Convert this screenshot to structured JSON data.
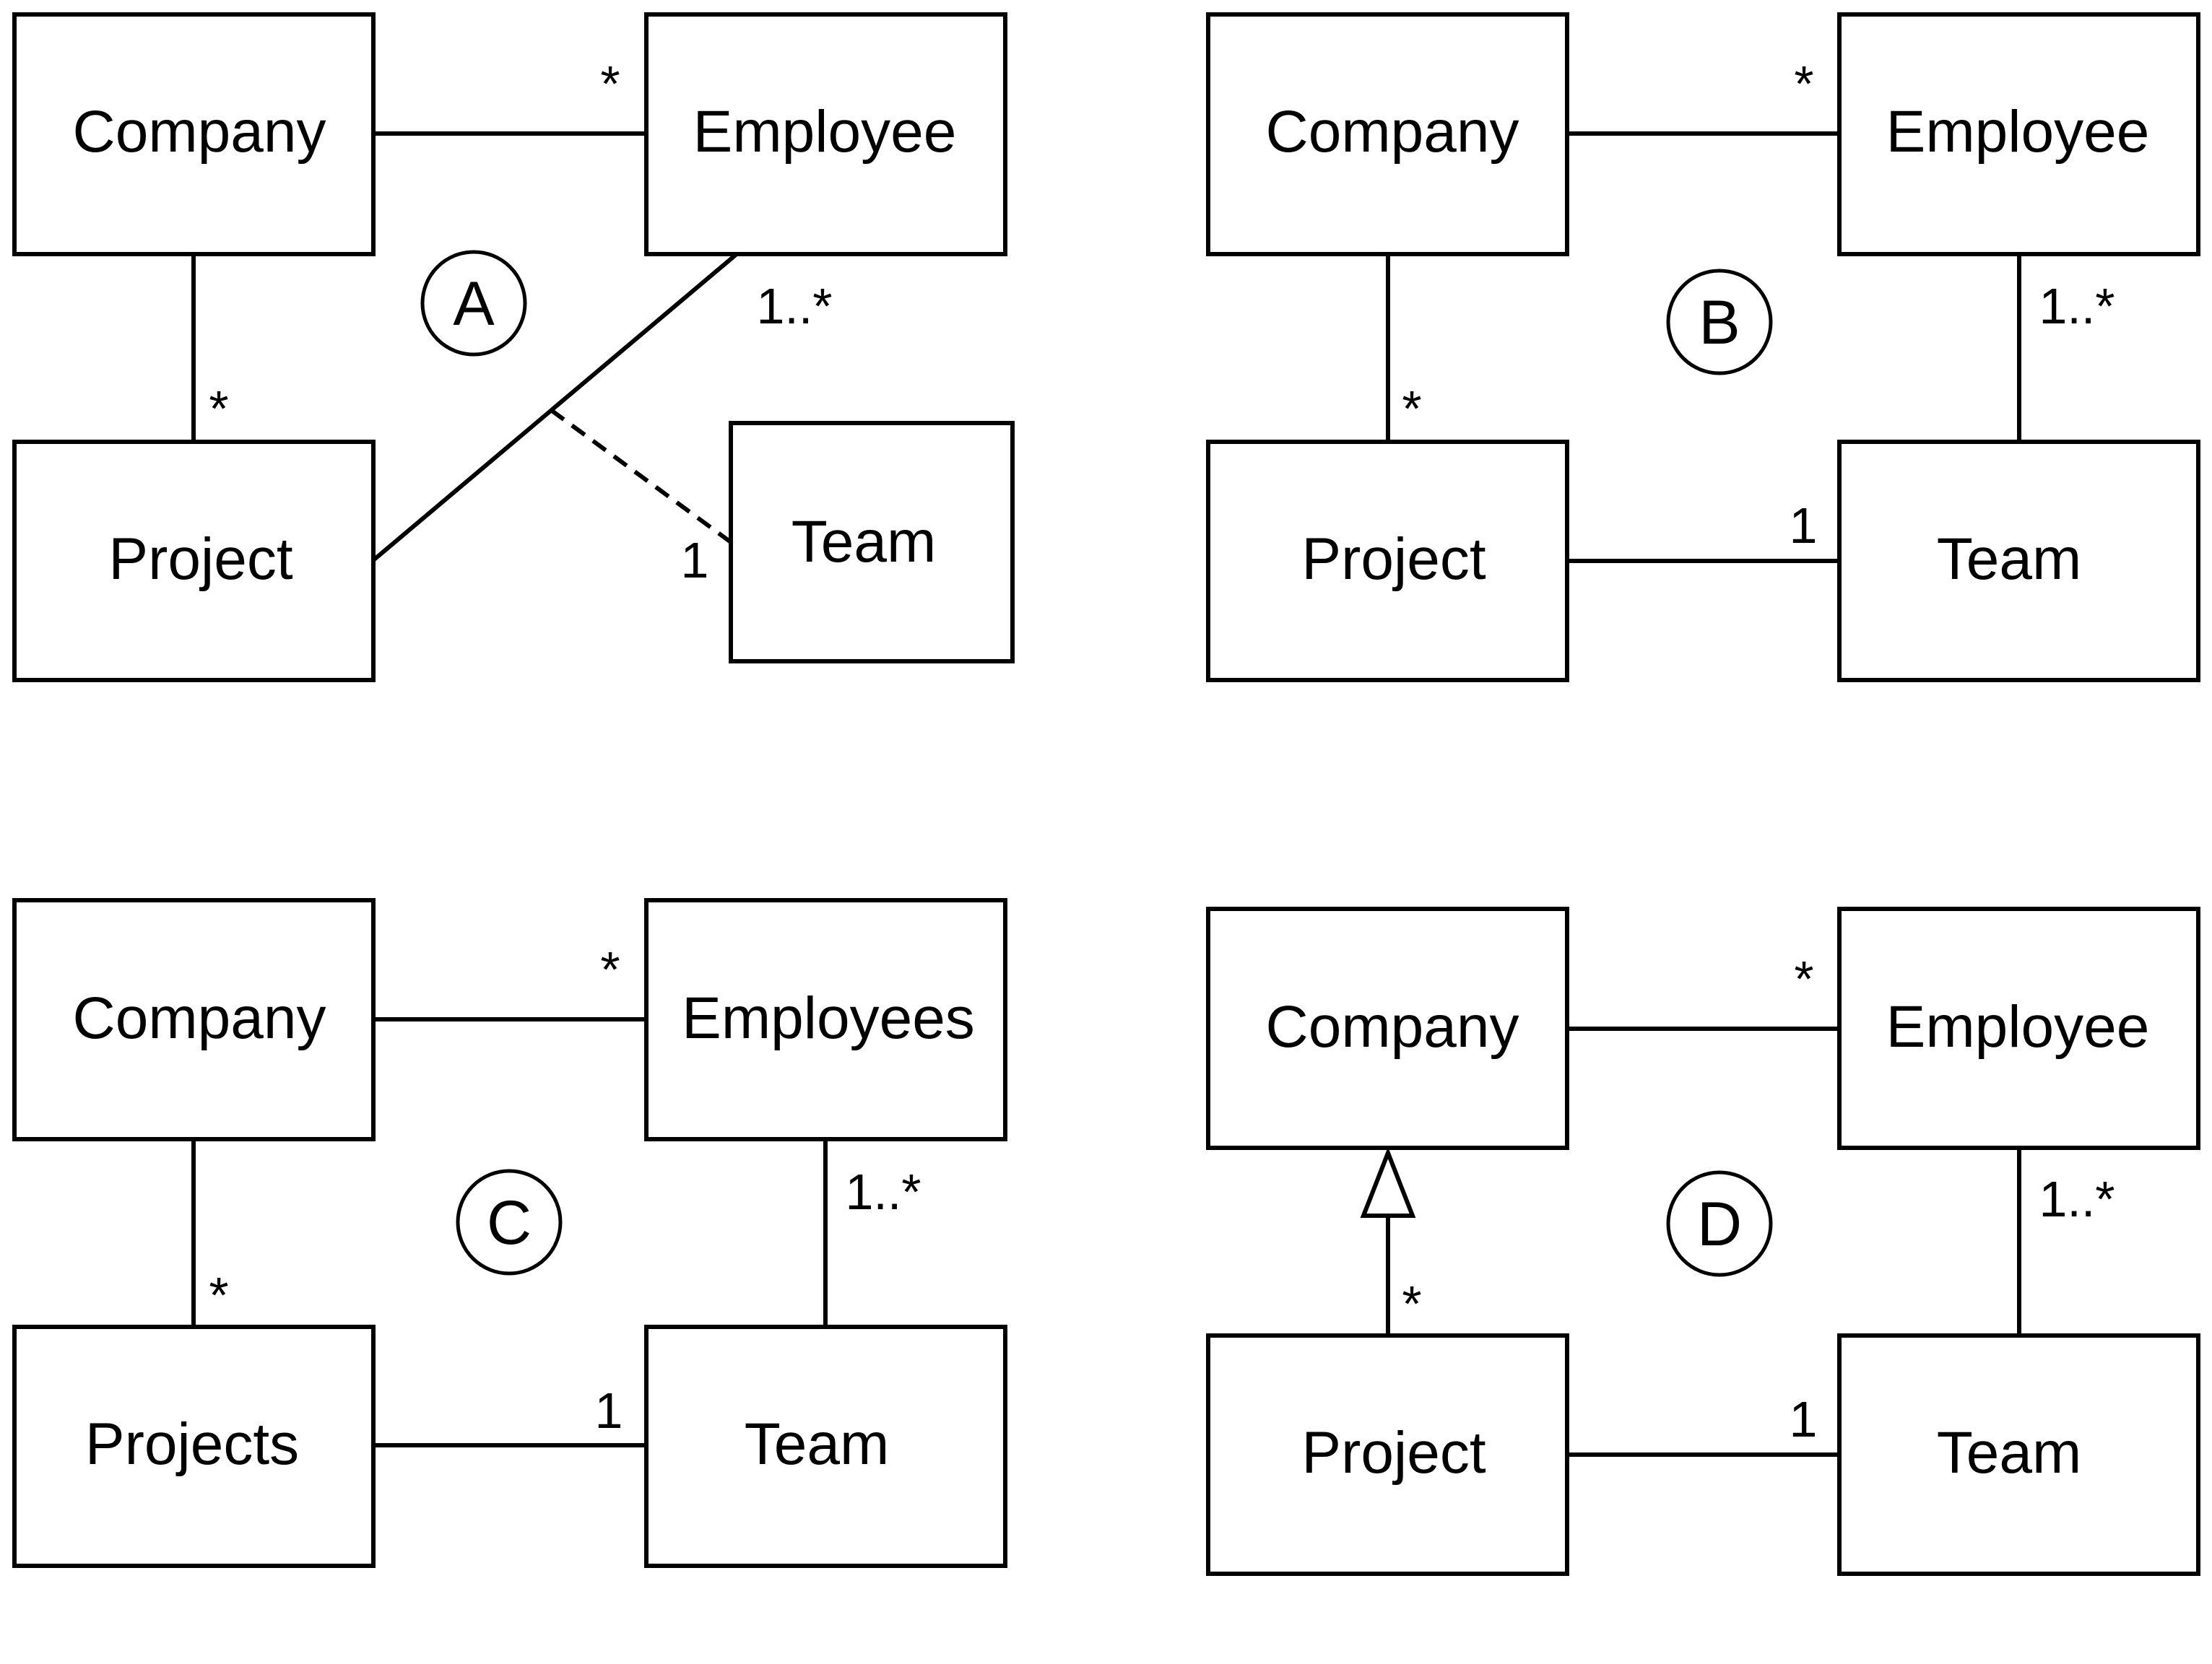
{
  "panels": {
    "a": {
      "marker": "A",
      "boxes": {
        "company": "Company",
        "employee": "Employee",
        "project": "Project",
        "team": "Team"
      },
      "multiplicities": {
        "employee_star": "*",
        "project_star": "*",
        "employee_one_many": "1..*",
        "team_one": "1"
      }
    },
    "b": {
      "marker": "B",
      "boxes": {
        "company": "Company",
        "employee": "Employee",
        "project": "Project",
        "team": "Team"
      },
      "multiplicities": {
        "employee_star": "*",
        "project_star": "*",
        "employee_one_many": "1..*",
        "team_one": "1"
      }
    },
    "c": {
      "marker": "C",
      "boxes": {
        "company": "Company",
        "employee": "Employees",
        "project": "Projects",
        "team": "Team"
      },
      "multiplicities": {
        "employee_star": "*",
        "project_star": "*",
        "employee_one_many": "1..*",
        "team_one": "1"
      }
    },
    "d": {
      "marker": "D",
      "boxes": {
        "company": "Company",
        "employee": "Employee",
        "project": "Project",
        "team": "Team"
      },
      "multiplicities": {
        "employee_star": "*",
        "project_star": "*",
        "employee_one_many": "1..*",
        "team_one": "1"
      }
    }
  },
  "colors": {
    "stroke": "#000000",
    "background": "#ffffff"
  }
}
